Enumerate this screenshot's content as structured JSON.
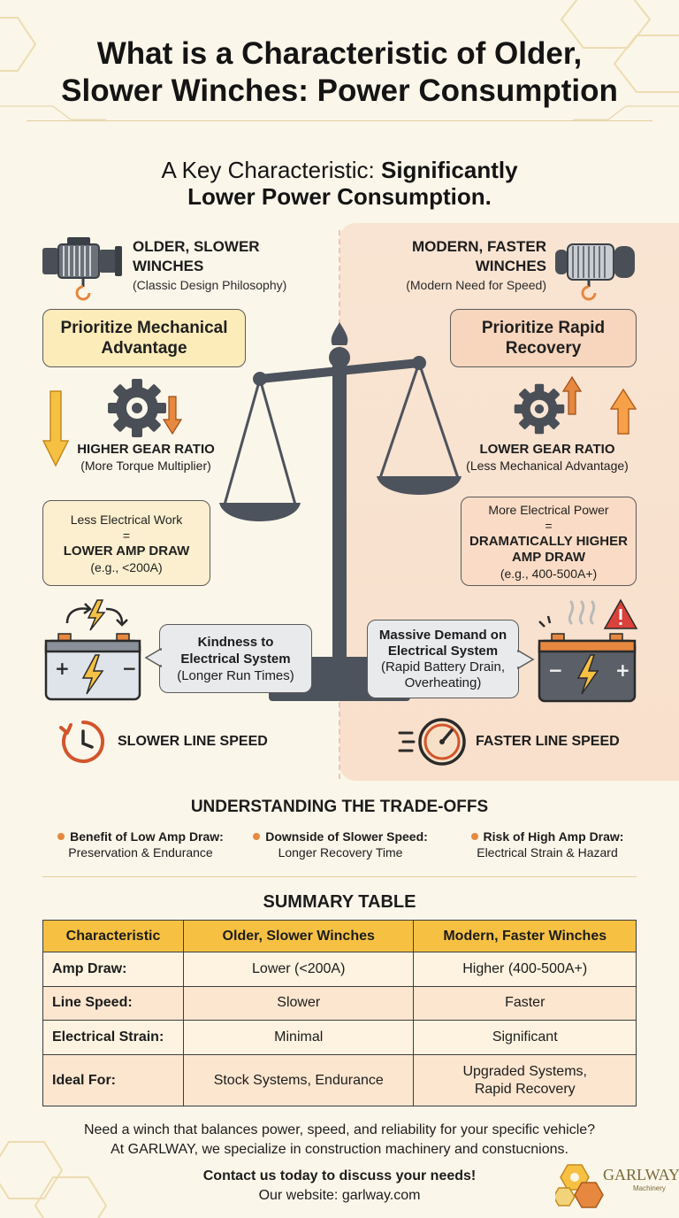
{
  "header": {
    "title_line1": "What is a Characteristic of Older,",
    "title_line2": "Slower Winches: Power Consumption",
    "subtitle_line1_normal": "A Key Characteristic: ",
    "subtitle_line1_bold": "Significantly",
    "subtitle_line2_bold": "Lower Power Consumption."
  },
  "left": {
    "title_line1": "OLDER, SLOWER",
    "title_line2": "WINCHES",
    "subtitle": "(Classic Design Philosophy)",
    "priority_line1": "Prioritize Mechanical",
    "priority_line2": "Advantage",
    "gear_title": "HIGHER GEAR RATIO",
    "gear_sub": "(More Torque Multiplier)",
    "amp_line1": "Less Electrical Work",
    "amp_eq": "=",
    "amp_line2": "LOWER AMP DRAW",
    "amp_line3": "(e.g., <200A)",
    "callout_line1": "Kindness to",
    "callout_line2": "Electrical System",
    "callout_line3": "(Longer Run Times)",
    "speed": "SLOWER LINE SPEED"
  },
  "right": {
    "title_line1": "MODERN, FASTER",
    "title_line2": "WINCHES",
    "subtitle": "(Modern Need for Speed)",
    "priority_line1": "Prioritize Rapid",
    "priority_line2": "Recovery",
    "gear_title": "LOWER GEAR RATIO",
    "gear_sub": "(Less Mechanical Advantage)",
    "amp_line1": "More Electrical Power",
    "amp_eq": "=",
    "amp_line2": "DRAMATICALLY HIGHER",
    "amp_line2b": "AMP DRAW",
    "amp_line3": "(e.g., 400-500A+)",
    "callout_line1": "Massive Demand on",
    "callout_line2": "Electrical System",
    "callout_line3": "(Rapid Battery Drain,",
    "callout_line4": "Overheating)",
    "speed": "FASTER LINE SPEED"
  },
  "tradeoffs": {
    "heading": "UNDERSTANDING THE TRADE-OFFS",
    "items": [
      {
        "title": "Benefit of Low Amp Draw:",
        "text": "Preservation & Endurance"
      },
      {
        "title": "Downside of Slower Speed:",
        "text": "Longer Recovery Time"
      },
      {
        "title": "Risk of High Amp Draw:",
        "text": "Electrical Strain & Hazard"
      }
    ]
  },
  "summary": {
    "heading": "SUMMARY TABLE",
    "columns": [
      "Characteristic",
      "Older, Slower Winches",
      "Modern, Faster Winches"
    ],
    "rows": [
      {
        "label": "Amp Draw:",
        "older": "Lower (<200A)",
        "modern": "Higher (400-500A+)"
      },
      {
        "label": "Line Speed:",
        "older": "Slower",
        "modern": "Faster"
      },
      {
        "label": "Electrical Strain:",
        "older": "Minimal",
        "modern": "Significant"
      },
      {
        "label": "Ideal For:",
        "older": "Stock Systems, Endurance",
        "modern_line1": "Upgraded Systems,",
        "modern_line2": "Rapid Recovery"
      }
    ]
  },
  "footer": {
    "line1": "Need a winch that balances power, speed, and reliability for your specific vehicle?",
    "line2": "At GARLWAY, we specialize in construction machinery and constucnions.",
    "cta": "Contact us today to discuss your needs!",
    "website": "Our website: garlway.com",
    "logo_text": "GARLWAY",
    "logo_sub": "Machinery"
  },
  "colors": {
    "background": "#fbf6ea",
    "accent_yellow": "#f6c143",
    "accent_orange": "#e6883f",
    "panel_peach": "#f9e4d3",
    "icon_gray": "#4a4f57"
  }
}
